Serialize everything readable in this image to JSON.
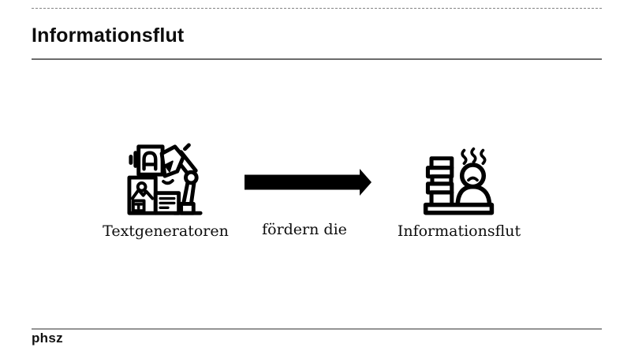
{
  "header": {
    "title": "Informationsflut"
  },
  "diagram": {
    "steps": [
      {
        "label": "Textgeneratoren",
        "icon": "robot-arm-text-generator-icon"
      },
      {
        "label": "fördern die",
        "icon": "arrow-right-icon"
      },
      {
        "label": "Informationsflut",
        "icon": "overwhelmed-person-paper-stack-icon"
      }
    ]
  },
  "footer": {
    "logo": "phsz"
  },
  "colors": {
    "ink": "#0d0d0d",
    "rule_dashed": "#838383",
    "rule_solid": "#6b6b6b",
    "background": "#ffffff"
  }
}
